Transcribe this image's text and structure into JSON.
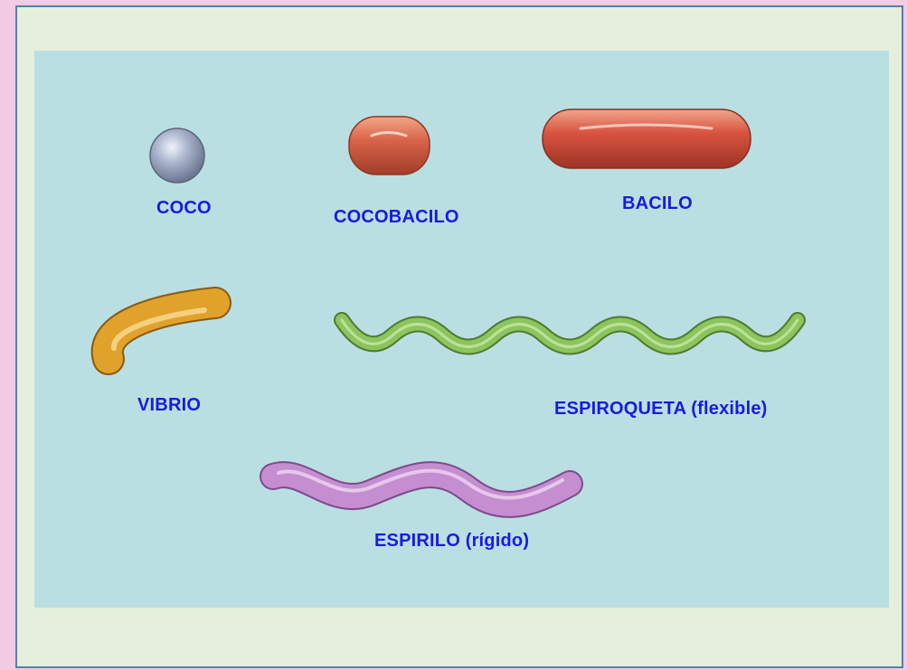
{
  "colors": {
    "page_background": "#f2cbe4",
    "frame_background": "#e6efdb",
    "frame_border": "#5a7fa6",
    "panel_background": "#b9dfe3",
    "label_text": "#1a1ae0",
    "coco": "#aab4cc",
    "cocobacilo": "#d9644a",
    "bacilo": "#d9533f",
    "vibrio": "#e0a22a",
    "espiroqueta": "#8cc45e",
    "espirilo": "#c58ed0"
  },
  "shapes": [
    {
      "id": "coco",
      "label": "COCO",
      "icon": "sphere-icon"
    },
    {
      "id": "cocobacilo",
      "label": "COCOBACILO",
      "icon": "short-rod-icon"
    },
    {
      "id": "bacilo",
      "label": "BACILO",
      "icon": "rod-icon"
    },
    {
      "id": "vibrio",
      "label": "VIBRIO",
      "icon": "curved-rod-icon"
    },
    {
      "id": "espiroqueta",
      "label": "ESPIROQUETA (flexible)",
      "icon": "tight-coil-icon"
    },
    {
      "id": "espirilo",
      "label": "ESPIRILO (rígido)",
      "icon": "wavy-spiral-icon"
    }
  ]
}
